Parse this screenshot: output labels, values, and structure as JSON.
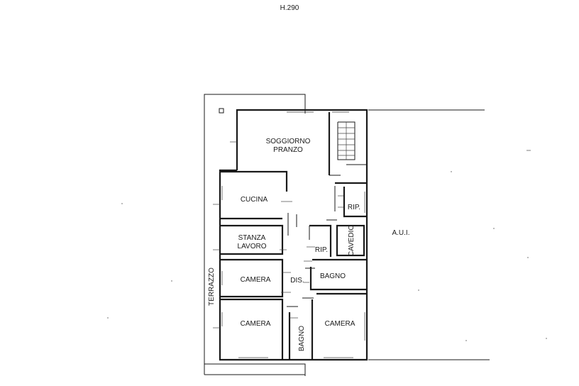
{
  "height_label": "H.290",
  "rooms": {
    "soggiorno": [
      "SOGGIORNO",
      "PRANZO"
    ],
    "cucina": "CUCINA",
    "rip_upper": "RIP.",
    "cavedio": "CAVEDIO",
    "stanza_lavoro": [
      "STANZA",
      "LAVORO"
    ],
    "rip_lower": "RIP.",
    "camera_left_upper": "CAMERA",
    "dis": "DIS.",
    "bagno_right": "BAGNO",
    "camera_left_lower": "CAMERA",
    "bagno_vertical": "BAGNO",
    "camera_right": "CAMERA"
  },
  "terrazzo": "TERRAZZO",
  "aui": "A.U.I."
}
